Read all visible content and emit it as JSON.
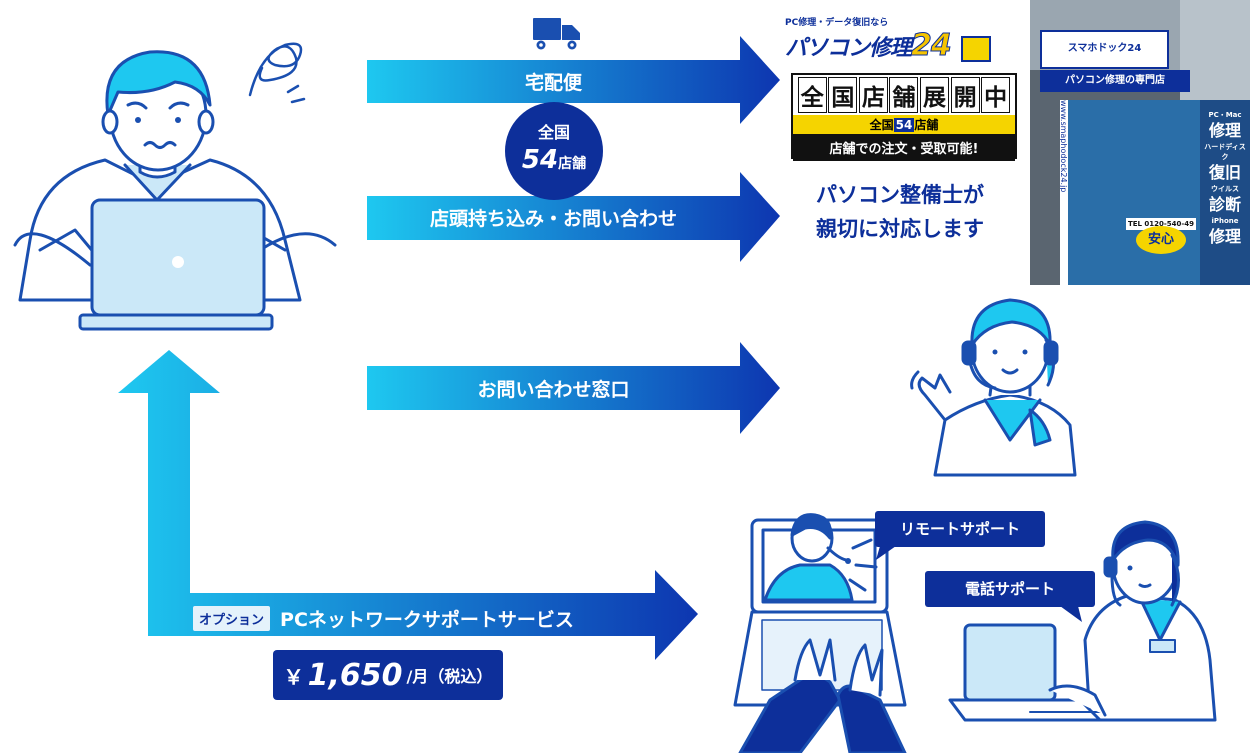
{
  "arrows": {
    "delivery": "宅配便",
    "store_visit": "店頭持ち込み・お問い合わせ",
    "inquiry": "お問い合わせ窓口"
  },
  "badge": {
    "line1": "全国",
    "count": "54",
    "unit": "店舗"
  },
  "logo": {
    "tagline": "PC修理・データ復旧なら",
    "brand": "パソコン修理",
    "brand_number": "24",
    "kanban_chars": [
      "全",
      "国",
      "店",
      "舗",
      "展",
      "開",
      "中"
    ],
    "kanban_sub_prefix": "全国",
    "kanban_sub_number": "54",
    "kanban_sub_suffix": "店舗",
    "kanban_bottom": "店舗での注文・受取可能!"
  },
  "technician_text": {
    "line1": "パソコン整備士が",
    "line2": "親切に対応します"
  },
  "store_photo": {
    "sign_brand": "スマホドック24",
    "sign_sub": "パソコン修理の専門店",
    "panel_labels": [
      "PC・Mac",
      "修理",
      "ハードディスク",
      "復旧",
      "ウイルス",
      "診断",
      "iPhone",
      "修理"
    ],
    "url_text": "www.smaphodock24.jp",
    "tel_text": "TEL 0120-540-49",
    "safe_text": "安心"
  },
  "support": {
    "remote": "リモートサポート",
    "phone": "電話サポート"
  },
  "option": {
    "tag": "オプション",
    "title": "PCネットワークサポートサービス",
    "price_yen": "￥",
    "price_amount": "1,650",
    "price_unit": "/月（税込）"
  },
  "colors": {
    "navy": "#0d2f9a",
    "cyan": "#1ec8f0",
    "yellow": "#f5d400",
    "outline": "#1a4fb0",
    "fill_light": "#cbe8f8"
  }
}
